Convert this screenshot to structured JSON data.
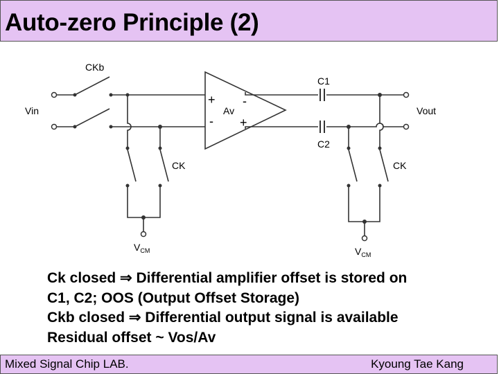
{
  "title": "Auto-zero Principle (2)",
  "diagram": {
    "vin_label": "Vin",
    "vout_label": "Vout",
    "ckb_label": "CKb",
    "ck_label_left": "CK",
    "ck_label_right": "CK",
    "c1_label": "C1",
    "c2_label": "C2",
    "amp_label": "Av",
    "amp_in_plus": "+",
    "amp_in_minus": "-",
    "amp_out_minus": "-",
    "amp_out_plus": "+",
    "vcm_left_main": "V",
    "vcm_left_sub": "CM",
    "vcm_right_main": "V",
    "vcm_right_sub": "CM"
  },
  "caption": {
    "line1": "Ck closed ⇒ Differential amplifier offset is stored on",
    "line2": "C1, C2; OOS (Output Offset Storage)",
    "line3": "Ckb closed ⇒ Differential output signal is available",
    "line4": "Residual offset ~ Vos/Av"
  },
  "footer": {
    "left": "Mixed Signal Chip LAB.",
    "right": "Kyoung Tae Kang"
  },
  "colors": {
    "bar_background": "#e5c3f3"
  }
}
